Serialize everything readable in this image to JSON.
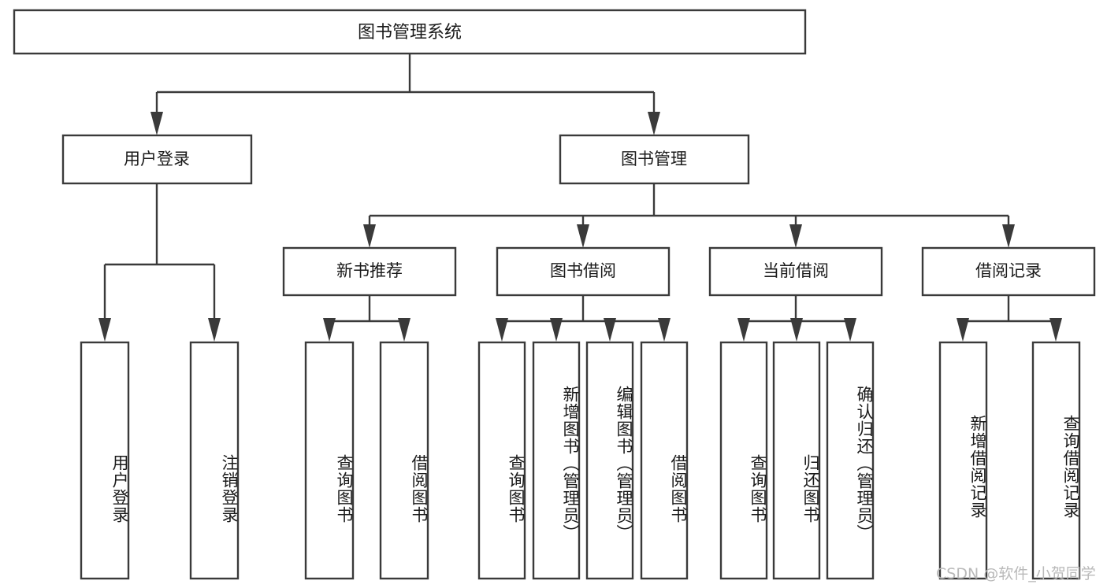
{
  "diagram": {
    "title": "图书管理系统",
    "type": "tree-hierarchy-chart",
    "watermark": "CSDN @软件_小贺同学",
    "colors": {
      "box_stroke": "#3a3a3a",
      "box_fill": "#ffffff",
      "text": "#1a1a1a",
      "background": "#ffffff",
      "watermark": "#b9b9b9"
    },
    "levels": {
      "root": {
        "label": "图书管理系统"
      },
      "level2": [
        {
          "label": "用户登录"
        },
        {
          "label": "图书管理"
        }
      ],
      "level3": [
        {
          "label": "新书推荐"
        },
        {
          "label": "图书借阅"
        },
        {
          "label": "当前借阅"
        },
        {
          "label": "借阅记录"
        }
      ],
      "leaves": {
        "user_login": [
          {
            "label": "用户登录"
          },
          {
            "label": "注销登录"
          }
        ],
        "new_book_recommend": [
          {
            "label": "查询图书"
          },
          {
            "label": "借阅图书"
          }
        ],
        "book_borrow": [
          {
            "label": "查询图书"
          },
          {
            "label": "新增图书（管理员）"
          },
          {
            "label": "编辑图书（管理员）"
          },
          {
            "label": "借阅图书"
          }
        ],
        "current_borrow": [
          {
            "label": "查询图书"
          },
          {
            "label": "归还图书"
          },
          {
            "label": "确认归还（管理员）"
          }
        ],
        "borrow_records": [
          {
            "label": "新增借阅记录"
          },
          {
            "label": "查询借阅记录"
          }
        ]
      }
    }
  }
}
